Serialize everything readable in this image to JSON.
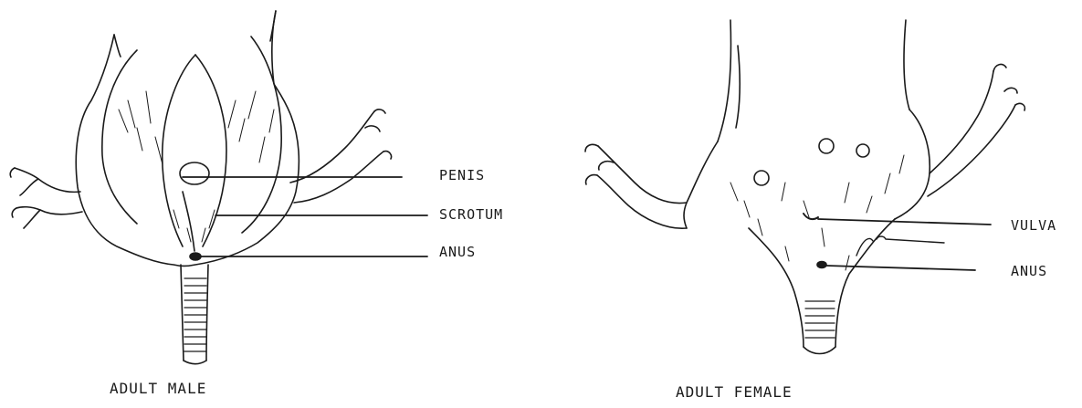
{
  "male": {
    "caption": "ADULT MALE",
    "labels": {
      "penis": "PENIS",
      "scrotum": "SCROTUM",
      "anus": "ANUS"
    }
  },
  "female": {
    "caption": "ADULT FEMALE",
    "labels": {
      "vulva": "VULVA",
      "anus": "ANUS"
    }
  },
  "style": {
    "ink": "#1a1a1a",
    "background": "#ffffff"
  }
}
